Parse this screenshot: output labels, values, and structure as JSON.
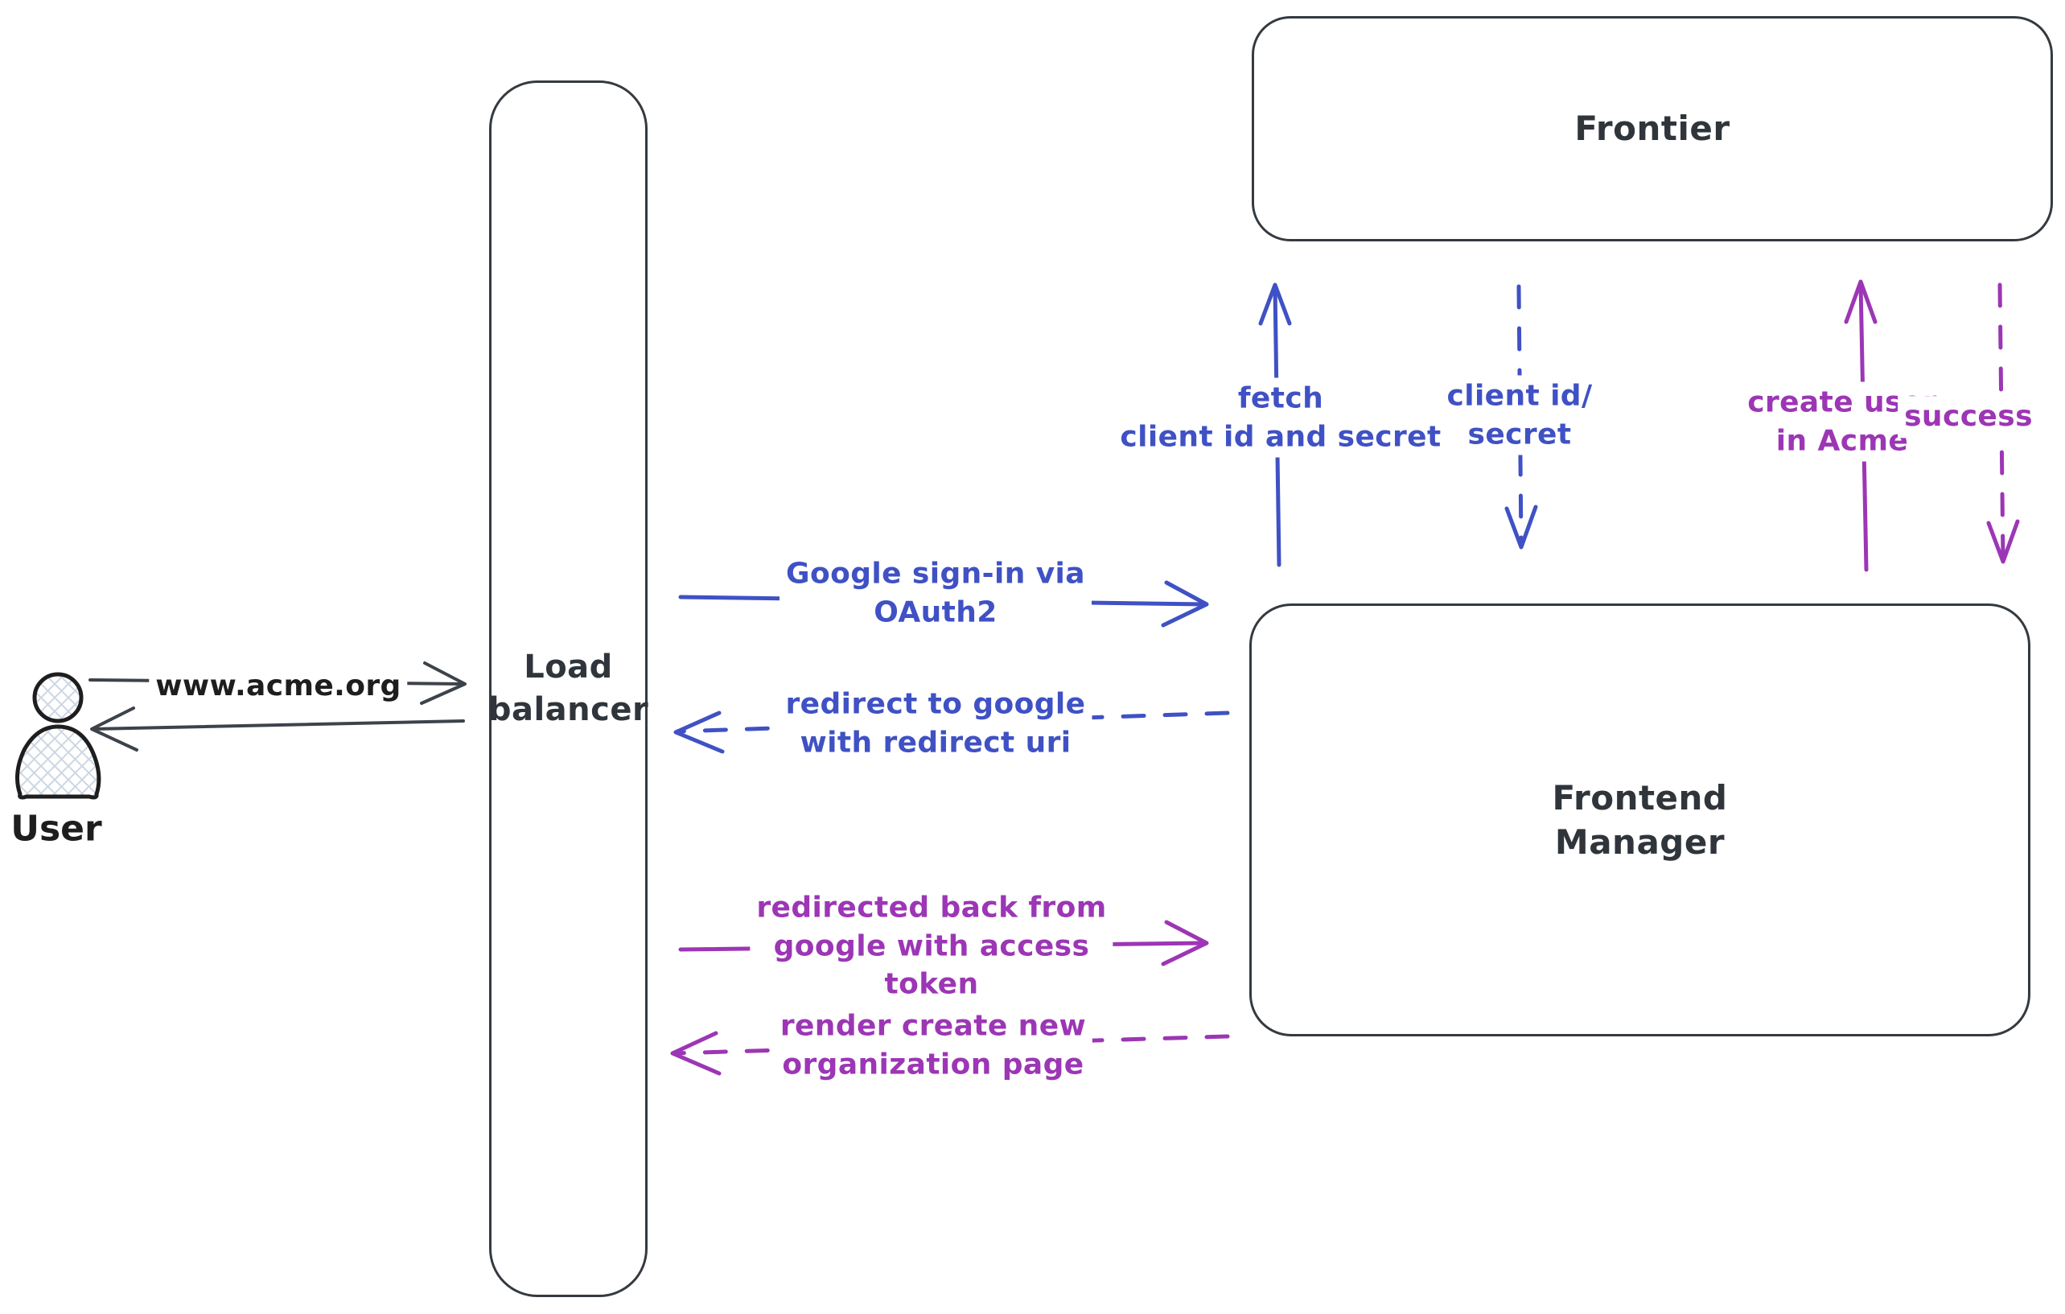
{
  "colors": {
    "blue": "#3f51c4",
    "purple": "#9c36b5",
    "node_stroke": "#343a40",
    "node_text": "#2f353b",
    "dark_text": "#1e1e1e",
    "dark_arrow": "#3d434b",
    "hatch": "#ccd7e2"
  },
  "nodes": {
    "user": {
      "label": "User"
    },
    "load_balancer": {
      "label": "Load\nbalancer"
    },
    "frontier": {
      "label": "Frontier"
    },
    "frontend_manager": {
      "label": "Frontend\nManager"
    }
  },
  "edges": {
    "www_acme": {
      "label": "www.acme.org",
      "style": "solid",
      "direction": "right"
    },
    "return_to_user": {
      "label": "",
      "style": "solid",
      "direction": "left"
    },
    "google_signin": {
      "label": "Google sign-in via\nOAuth2",
      "style": "solid",
      "direction": "right"
    },
    "redirect_google": {
      "label": "redirect to google\nwith redirect uri",
      "style": "dashed",
      "direction": "left"
    },
    "fetch_client": {
      "label": "fetch\nclient id and secret",
      "style": "solid",
      "direction": "up"
    },
    "client_id_secret": {
      "label": "client id/\nsecret",
      "style": "dashed",
      "direction": "down"
    },
    "create_user": {
      "label": "create user\nin Acme",
      "style": "solid",
      "direction": "up"
    },
    "success": {
      "label": "success",
      "style": "dashed",
      "direction": "down"
    },
    "redirected_back": {
      "label": "redirected back from\ngoogle with access\ntoken",
      "style": "solid",
      "direction": "right"
    },
    "render_org_page": {
      "label": "render create new\norganization page",
      "style": "dashed",
      "direction": "left"
    }
  }
}
